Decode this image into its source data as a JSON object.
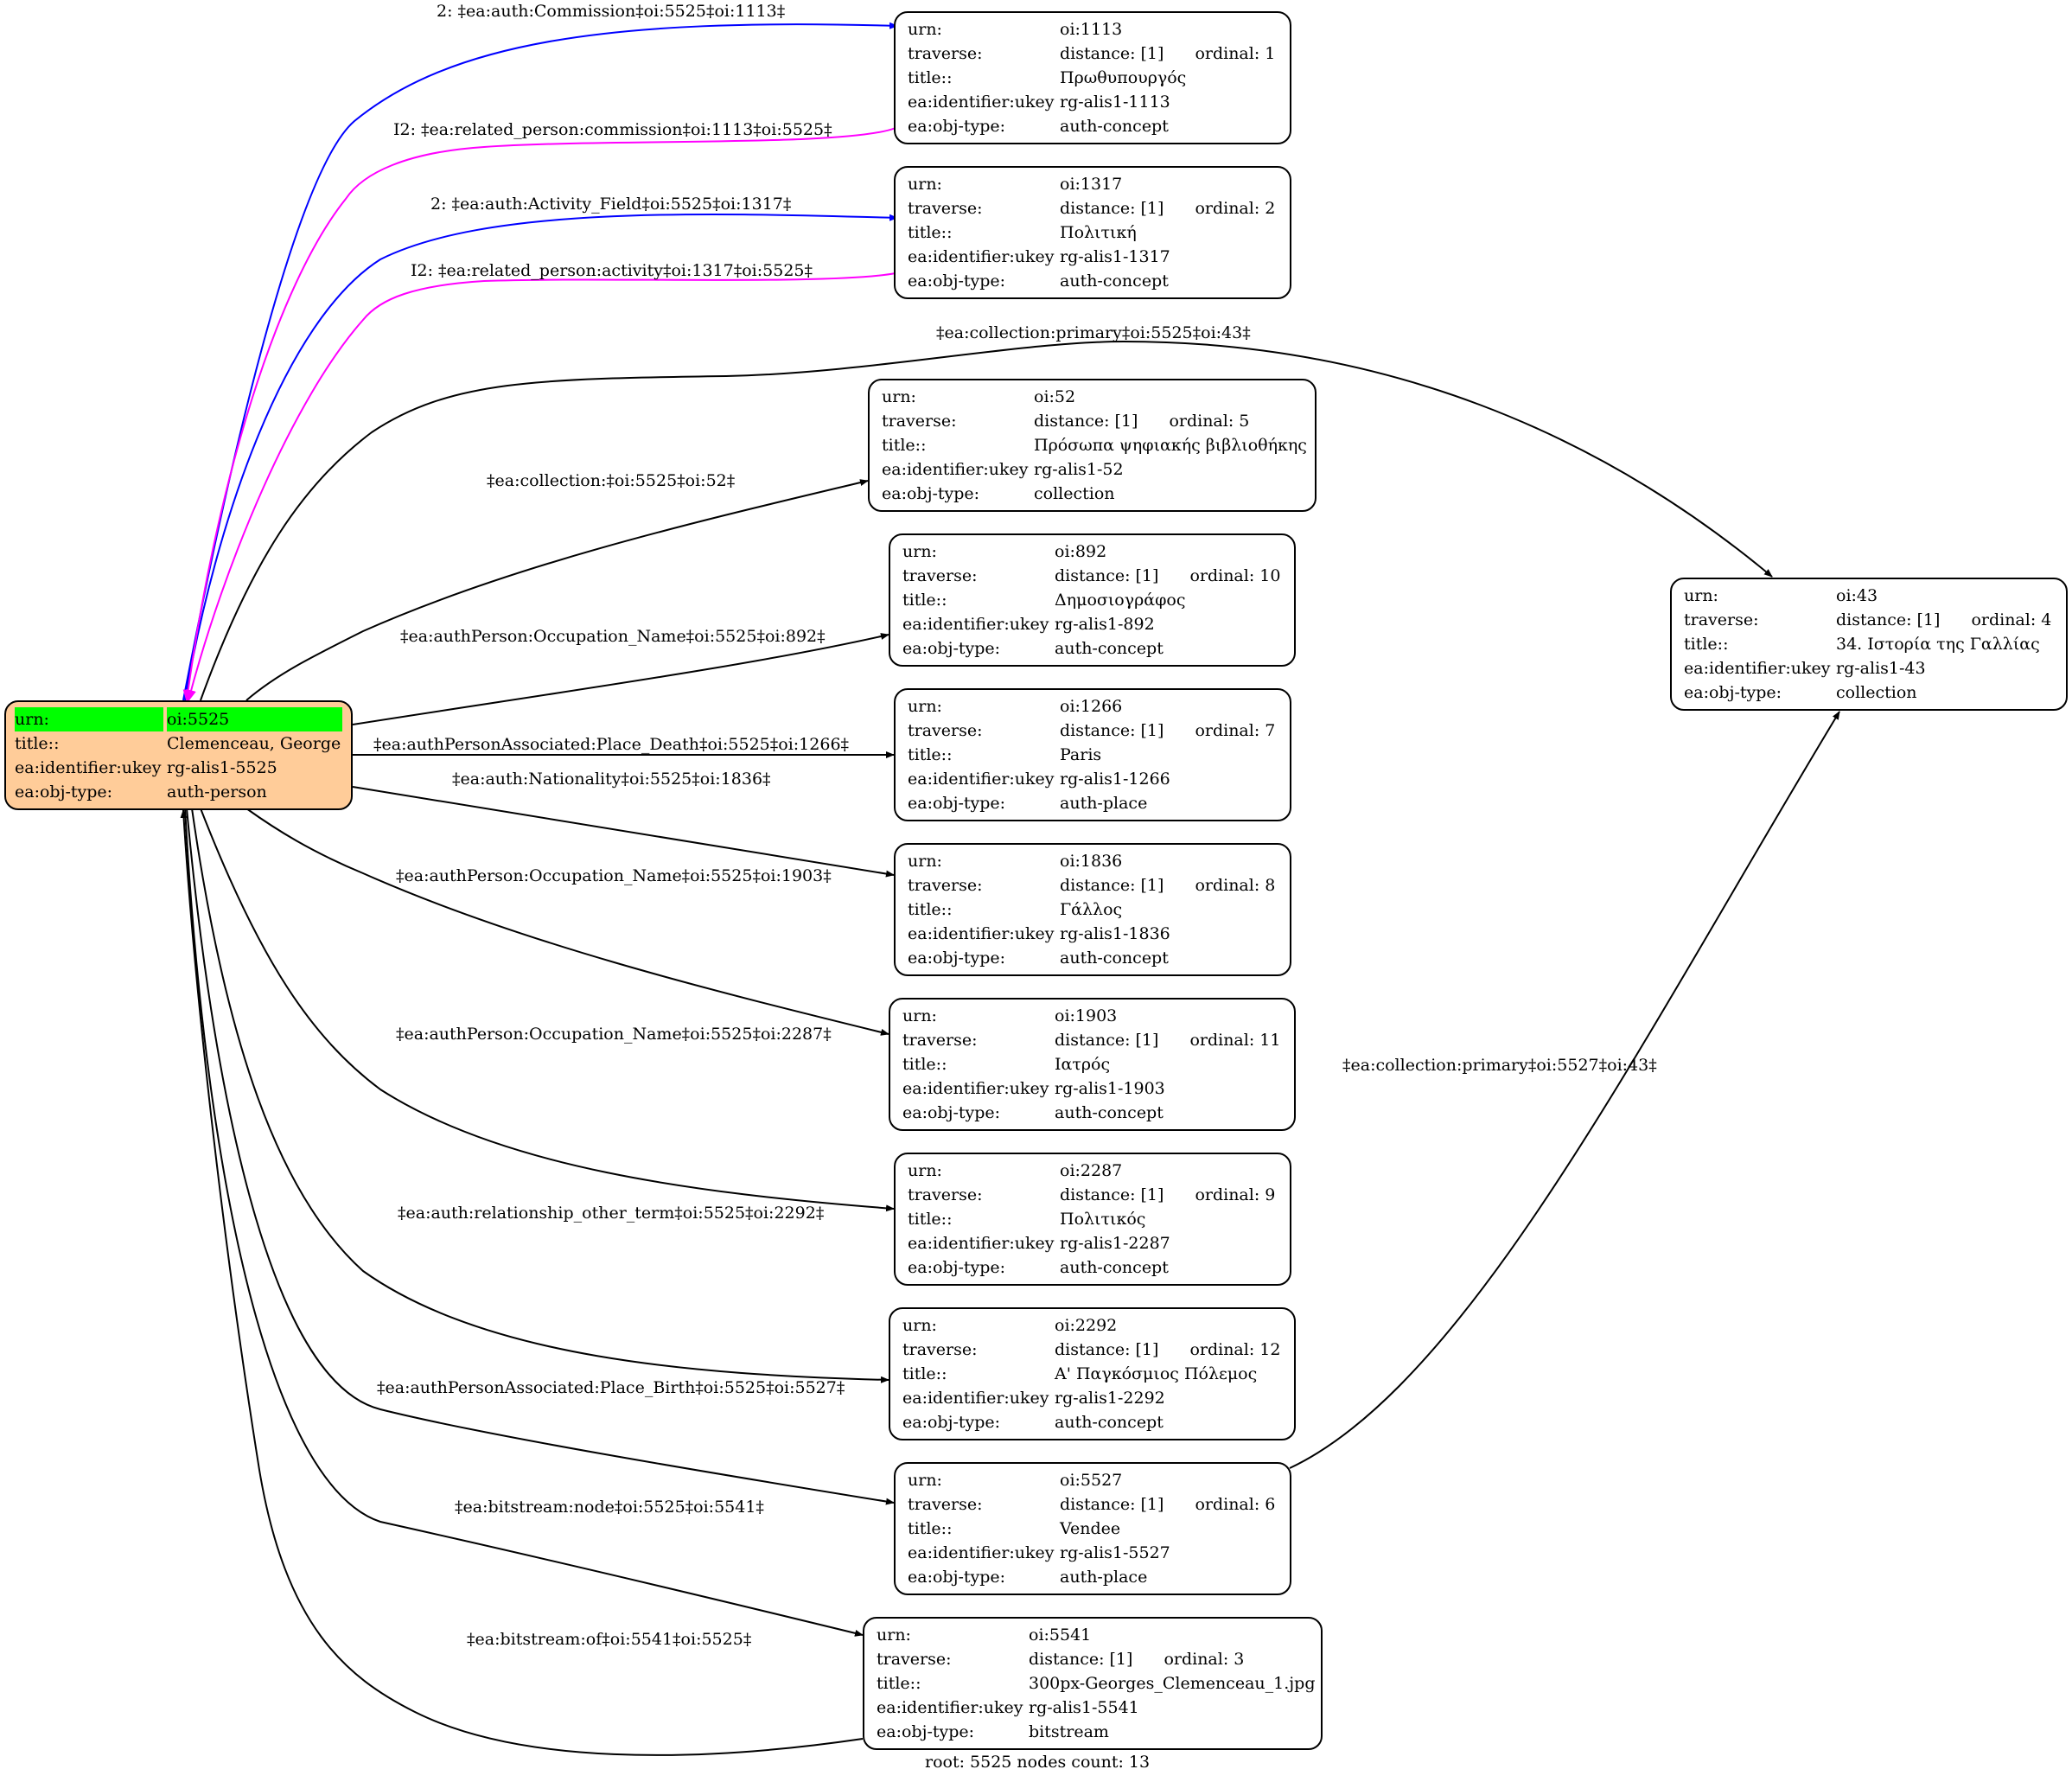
{
  "colors": {
    "forward_edge": "#0000ff",
    "inverse_edge": "#ff00ff",
    "default_edge": "#000000",
    "root_fill": "#ffcc99",
    "highlight": "#00ff00"
  },
  "root": {
    "urn_key": "urn:",
    "urn": "oi:5525",
    "title_key": "title::",
    "title": "Clemenceau, George",
    "ukey_key": "ea:identifier:ukey",
    "ukey": "rg-alis1-5525",
    "type_key": "ea:obj-type:",
    "type": "auth-person"
  },
  "nodes": {
    "n1113": {
      "urn": "oi:1113",
      "traverse": "distance: [1]",
      "ordinal": "ordinal: 1",
      "title": "Πρωθυπουργός",
      "ukey": "rg-alis1-1113",
      "type": "auth-concept"
    },
    "n1317": {
      "urn": "oi:1317",
      "traverse": "distance: [1]",
      "ordinal": "ordinal: 2",
      "title": "Πολιτική",
      "ukey": "rg-alis1-1317",
      "type": "auth-concept"
    },
    "n52": {
      "urn": "oi:52",
      "traverse": "distance: [1]",
      "ordinal": "ordinal: 5",
      "title": "Πρόσωπα ψηφιακής βιβλιοθήκης",
      "ukey": "rg-alis1-52",
      "type": "collection"
    },
    "n892": {
      "urn": "oi:892",
      "traverse": "distance: [1]",
      "ordinal": "ordinal: 10",
      "title": "Δημοσιογράφος",
      "ukey": "rg-alis1-892",
      "type": "auth-concept"
    },
    "n1266": {
      "urn": "oi:1266",
      "traverse": "distance: [1]",
      "ordinal": "ordinal: 7",
      "title": "Paris",
      "ukey": "rg-alis1-1266",
      "type": "auth-place"
    },
    "n1836": {
      "urn": "oi:1836",
      "traverse": "distance: [1]",
      "ordinal": "ordinal: 8",
      "title": "Γάλλος",
      "ukey": "rg-alis1-1836",
      "type": "auth-concept"
    },
    "n1903": {
      "urn": "oi:1903",
      "traverse": "distance: [1]",
      "ordinal": "ordinal: 11",
      "title": "Ιατρός",
      "ukey": "rg-alis1-1903",
      "type": "auth-concept"
    },
    "n2287": {
      "urn": "oi:2287",
      "traverse": "distance: [1]",
      "ordinal": "ordinal: 9",
      "title": "Πολιτικός",
      "ukey": "rg-alis1-2287",
      "type": "auth-concept"
    },
    "n2292": {
      "urn": "oi:2292",
      "traverse": "distance: [1]",
      "ordinal": "ordinal: 12",
      "title": "Α' Παγκόσμιος Πόλεμος",
      "ukey": "rg-alis1-2292",
      "type": "auth-concept"
    },
    "n5527": {
      "urn": "oi:5527",
      "traverse": "distance: [1]",
      "ordinal": "ordinal: 6",
      "title": "Vendee",
      "ukey": "rg-alis1-5527",
      "type": "auth-place"
    },
    "n5541": {
      "urn": "oi:5541",
      "traverse": "distance: [1]",
      "ordinal": "ordinal: 3",
      "title": "300px-Georges_Clemenceau_1.jpg",
      "ukey": "rg-alis1-5541",
      "type": "bitstream"
    },
    "n43": {
      "urn": "oi:43",
      "traverse": "distance: [1]",
      "ordinal": "ordinal: 4",
      "title": "34. Ιστορία της Γαλλίας",
      "ukey": "rg-alis1-43",
      "type": "collection"
    }
  },
  "keys": {
    "urn": "urn:",
    "traverse": "traverse:",
    "title": "title::",
    "ukey": "ea:identifier:ukey",
    "type": "ea:obj-type:"
  },
  "edges": {
    "e1": "2: ‡ea:auth:Commission‡oi:5525‡oi:1113‡",
    "e2": "I2: ‡ea:related_person:commission‡oi:1113‡oi:5525‡",
    "e3": "2: ‡ea:auth:Activity_Field‡oi:5525‡oi:1317‡",
    "e4": "I2: ‡ea:related_person:activity‡oi:1317‡oi:5525‡",
    "e5": "‡ea:collection:primary‡oi:5525‡oi:43‡",
    "e6": "‡ea:collection:‡oi:5525‡oi:52‡",
    "e7": "‡ea:authPerson:Occupation_Name‡oi:5525‡oi:892‡",
    "e8": "‡ea:authPersonAssociated:Place_Death‡oi:5525‡oi:1266‡",
    "e9": "‡ea:auth:Nationality‡oi:5525‡oi:1836‡",
    "e10": "‡ea:authPerson:Occupation_Name‡oi:5525‡oi:1903‡",
    "e11": "‡ea:authPerson:Occupation_Name‡oi:5525‡oi:2287‡",
    "e12": "‡ea:auth:relationship_other_term‡oi:5525‡oi:2292‡",
    "e13": "‡ea:authPersonAssociated:Place_Birth‡oi:5525‡oi:5527‡",
    "e14": "‡ea:bitstream:node‡oi:5525‡oi:5541‡",
    "e15": "‡ea:bitstream:of‡oi:5541‡oi:5525‡",
    "e16": "‡ea:collection:primary‡oi:5527‡oi:43‡"
  },
  "footer": "root: 5525 nodes count: 13"
}
